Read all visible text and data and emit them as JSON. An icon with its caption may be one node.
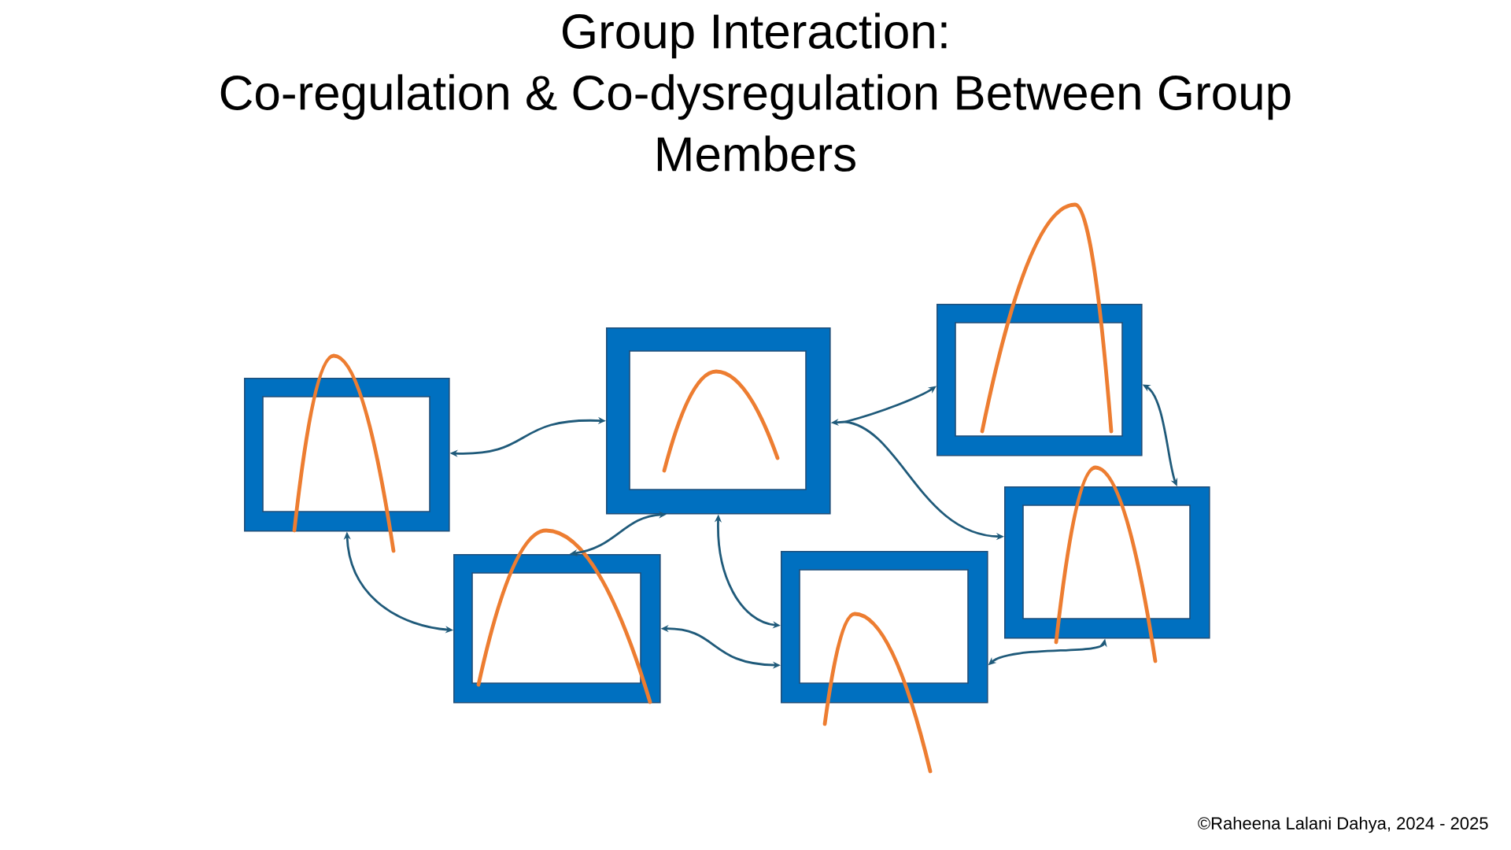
{
  "diagram": {
    "title": "Group Interaction: Co-regulation & Co-dysregulation Between Group Members",
    "nodes": [
      {
        "text": [],
        "shape": "box"
      },
      {
        "text": [],
        "shape": "box"
      },
      {
        "text": [],
        "shape": "box"
      },
      {
        "text": [],
        "shape": "box"
      },
      {
        "text": [],
        "shape": "box"
      },
      {
        "text": [],
        "shape": "box"
      }
    ],
    "edges": [
      {
        "from": 0,
        "to": 2,
        "arrow": "both"
      },
      {
        "from": 2,
        "to": 4,
        "arrow": "both"
      },
      {
        "from": 2,
        "to": 5,
        "arrow": "both"
      },
      {
        "from": 4,
        "to": 5,
        "arrow": "both"
      },
      {
        "from": 0,
        "to": 1,
        "arrow": "both"
      },
      {
        "from": 1,
        "to": 2,
        "arrow": "both"
      },
      {
        "from": 2,
        "to": 3,
        "arrow": "both"
      },
      {
        "from": 1,
        "to": 3,
        "arrow": "both"
      },
      {
        "from": 3,
        "to": 5,
        "arrow": "both"
      }
    ],
    "labels": [
      "©Raheena Lalani Dahya, 2024 - 2025"
    ]
  }
}
